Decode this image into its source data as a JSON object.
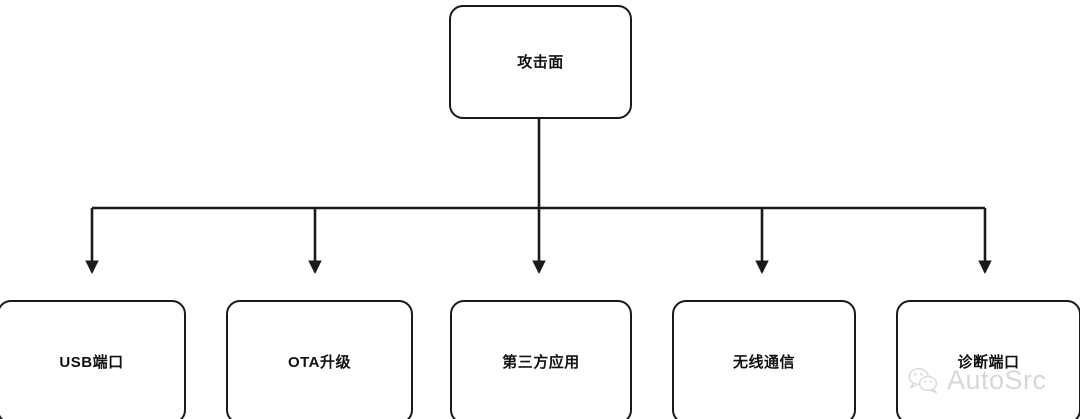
{
  "diagram": {
    "type": "hierarchy-tree",
    "orientation": "top-down",
    "title": "攻击面",
    "root": {
      "id": "root",
      "label": "攻击面"
    },
    "leaves": [
      {
        "id": "usb-port",
        "label": "USB端口"
      },
      {
        "id": "ota-upgrade",
        "label": "OTA升级"
      },
      {
        "id": "third-party",
        "label": "第三方应用"
      },
      {
        "id": "wireless-comm",
        "label": "无线通信"
      },
      {
        "id": "diagnostic",
        "label": "诊断端口"
      }
    ],
    "style": {
      "background": "#ffffff",
      "node_fill": "#ffffff",
      "node_border": "#1a1a1a",
      "text_color": "#111111",
      "edge_color": "#1a1a1a"
    }
  },
  "watermark": {
    "text": "AutoSrc",
    "icon": "wechat-bubbles-icon",
    "color": "#8d8d8d"
  }
}
